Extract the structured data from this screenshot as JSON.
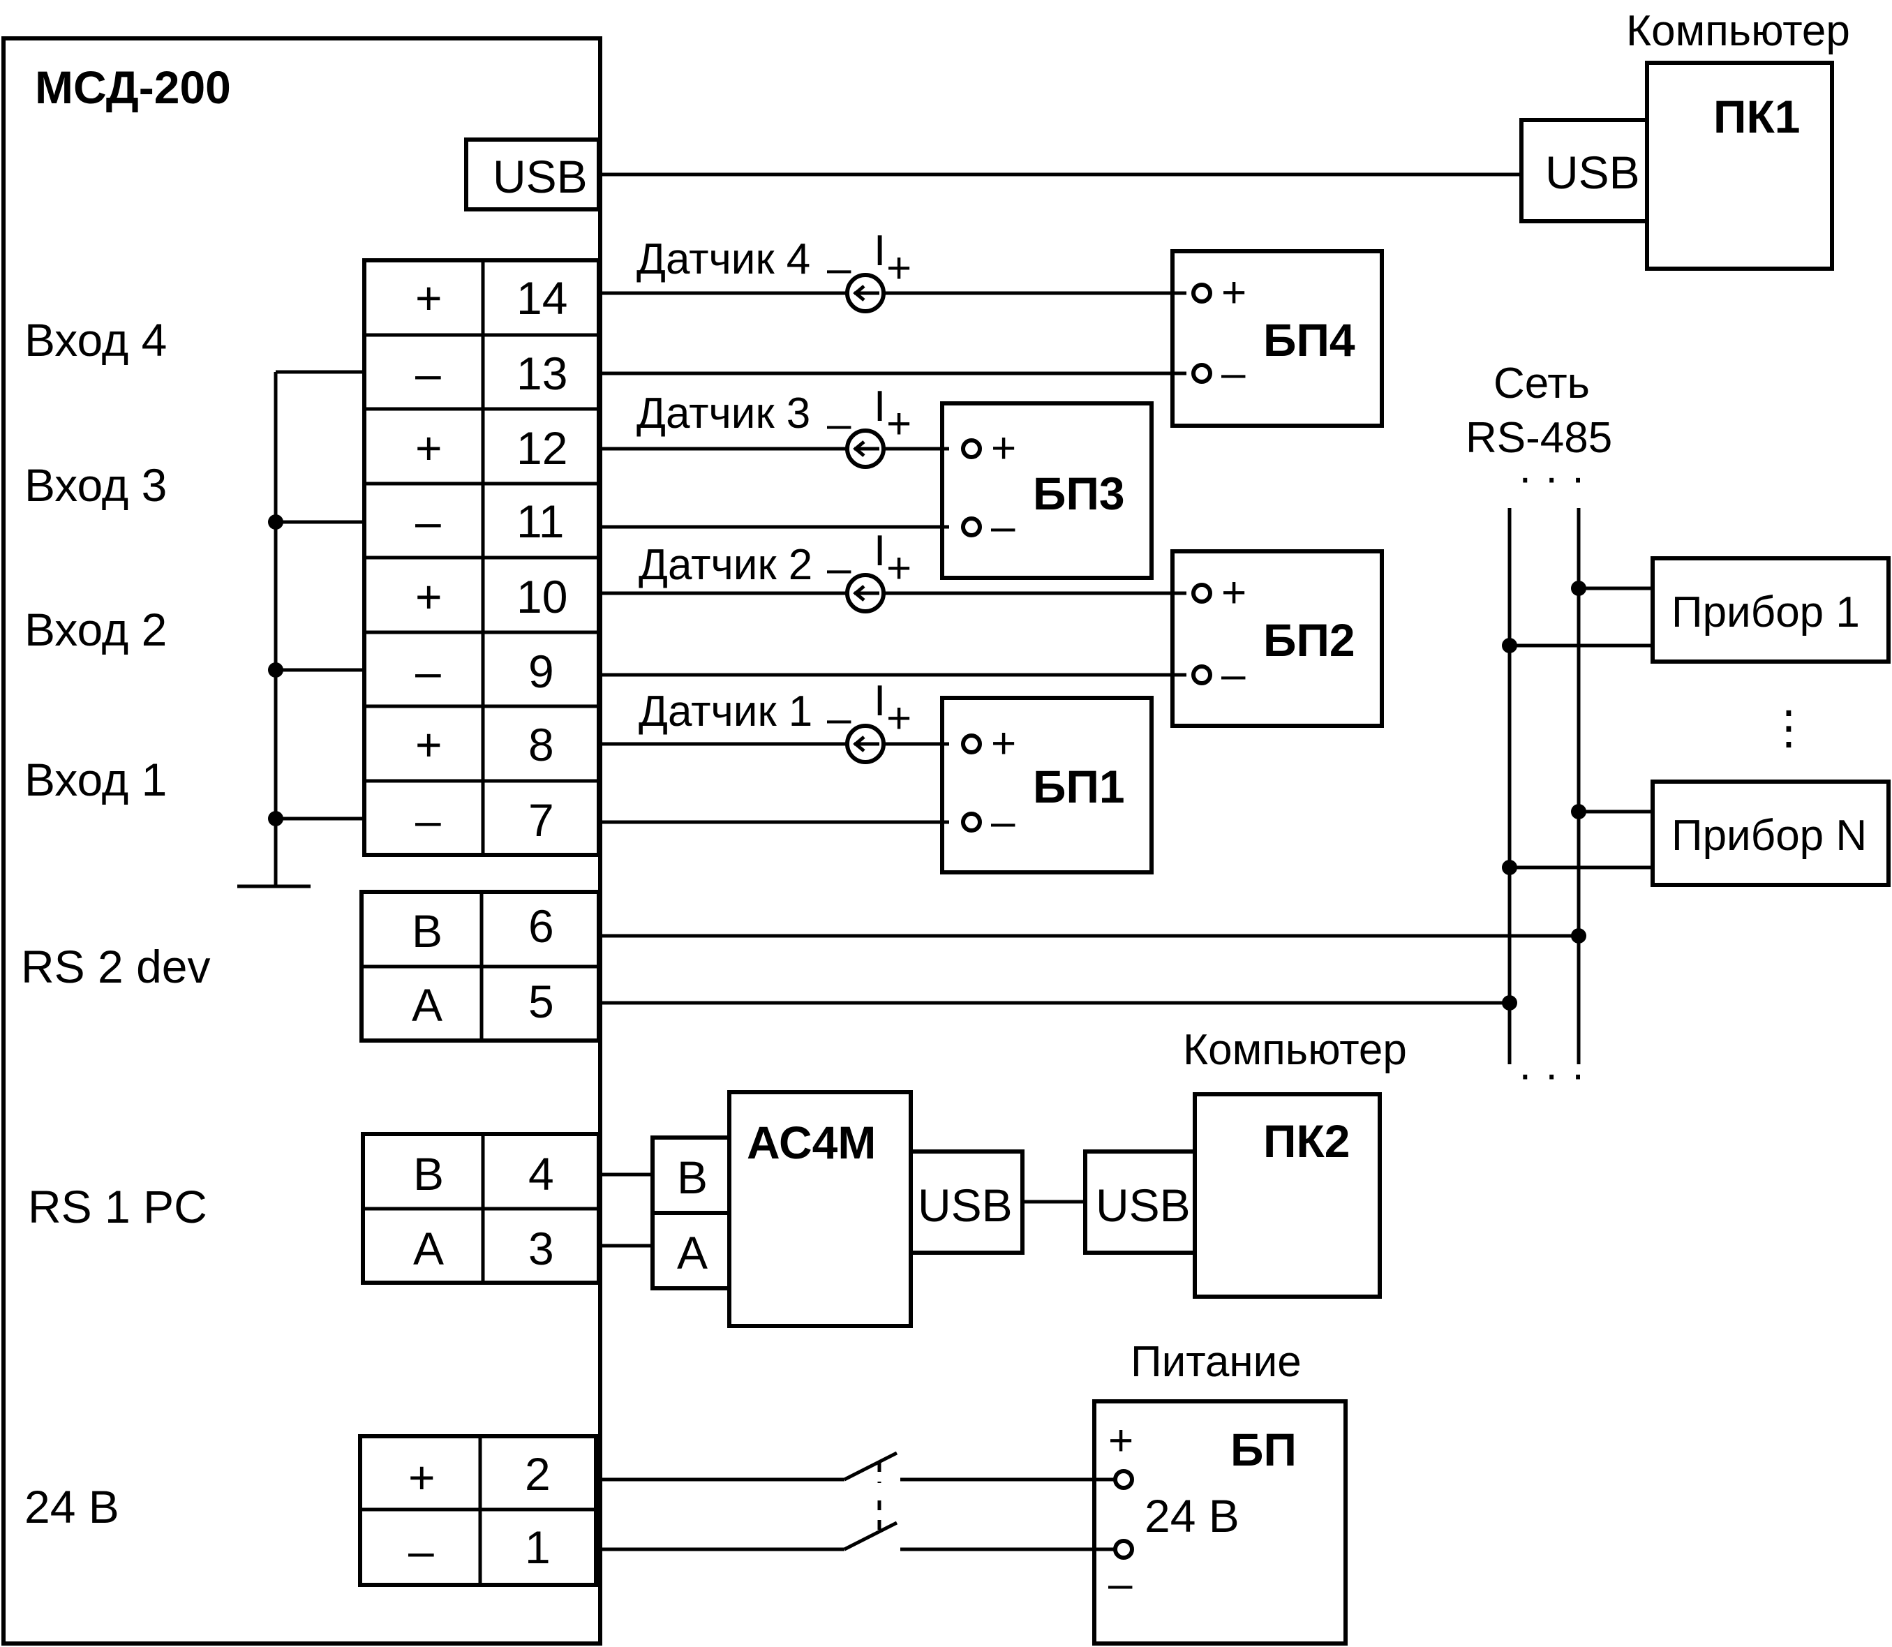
{
  "device": {
    "title": "МСД-200",
    "usb": "USB",
    "inputs": [
      {
        "label": "Вход 4",
        "plus_term": "14",
        "minus_term": "13"
      },
      {
        "label": "Вход 3",
        "plus_term": "12",
        "minus_term": "11"
      },
      {
        "label": "Вход 2",
        "plus_term": "10",
        "minus_term": "9"
      },
      {
        "label": "Вход 1",
        "plus_term": "8",
        "minus_term": "7"
      }
    ],
    "rs2": {
      "label": "RS 2 dev",
      "b": "B",
      "a": "A",
      "b_term": "6",
      "a_term": "5"
    },
    "rs1": {
      "label": "RS 1 PC",
      "b": "B",
      "a": "A",
      "b_term": "4",
      "a_term": "3"
    },
    "power": {
      "label": "24 В",
      "plus_term": "2",
      "minus_term": "1"
    },
    "plus": "+",
    "minus": "–"
  },
  "pc1": {
    "caption": "Компьютер",
    "title": "ПК1",
    "usb": "USB"
  },
  "pc2": {
    "caption": "Компьютер",
    "title": "ПК2",
    "usb": "USB"
  },
  "sensors": [
    {
      "label": "Датчик 4",
      "symbol": "I",
      "minus": "–",
      "plus": "+"
    },
    {
      "label": "Датчик 3",
      "symbol": "I",
      "minus": "–",
      "plus": "+"
    },
    {
      "label": "Датчик 2",
      "symbol": "I",
      "minus": "–",
      "plus": "+"
    },
    {
      "label": "Датчик 1",
      "symbol": "I",
      "minus": "–",
      "plus": "+"
    }
  ],
  "supplies": [
    {
      "title": "БП4",
      "plus": "+",
      "minus": "–"
    },
    {
      "title": "БП3",
      "plus": "+",
      "minus": "–"
    },
    {
      "title": "БП2",
      "plus": "+",
      "minus": "–"
    },
    {
      "title": "БП1",
      "plus": "+",
      "minus": "–"
    }
  ],
  "network": {
    "line1": "Сеть",
    "line2": "RS-485",
    "ellipsis": "· · ·",
    "vdots": "⋮",
    "device1": "Прибор 1",
    "deviceN": "Прибор N"
  },
  "converter": {
    "title": "АС4М",
    "b": "B",
    "a": "A",
    "usb": "USB"
  },
  "mains": {
    "caption": "Питание",
    "title": "БП",
    "voltage": "24 В",
    "plus": "+",
    "minus": "–"
  },
  "colors": {
    "ink": "#000000",
    "paper": "#ffffff"
  }
}
